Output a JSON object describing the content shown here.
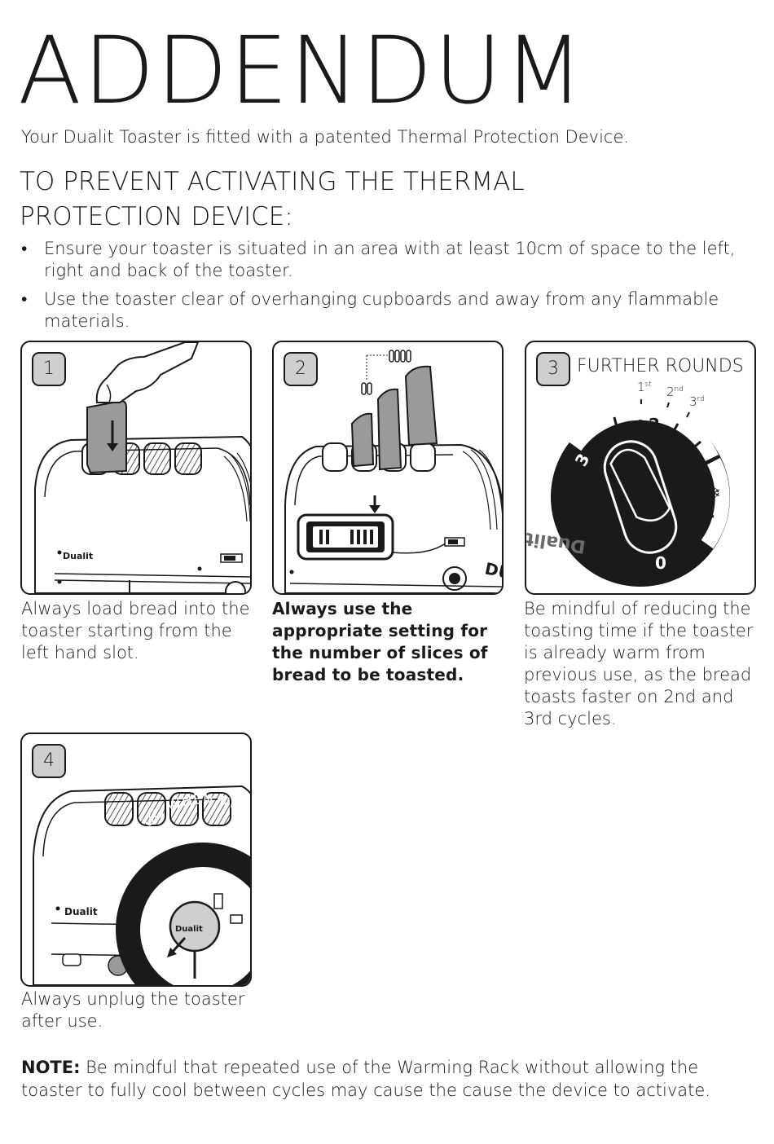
{
  "title": "ADDENDUM",
  "intro": "Your Dualit Toaster is fitted with a patented Thermal Protection Device.",
  "heading": "TO PREVENT ACTIVATING THE THERMAL PROTECTION DEVICE:",
  "bullets": [
    "Ensure your toaster is situated in an area with at least 10cm of space to the left, right and back of the toaster.",
    "Use the toaster clear of overhanging cupboards and away from any flammable materials."
  ],
  "panels": [
    {
      "number": "1",
      "caption": "Always load bread into the toaster starting from the left hand slot.",
      "brand": "Dualit"
    },
    {
      "number": "2",
      "caption": "Always use the appropriate setting for the number of slices of bread to be toasted.",
      "brand": "DUAL"
    },
    {
      "number": "3",
      "label": "FURTHER ROUNDS",
      "caption": "Be mindful of reducing the toasting time if the toaster is already warm from previous use, as the bread toasts faster on 2nd and 3rd cycles.",
      "dial": {
        "first": "1",
        "first_sup": "st",
        "second": "2",
        "second_sup": "nd",
        "third": "3",
        "third_sup": "rd",
        "mark_2": "2",
        "mark_3": "3",
        "mark_0": "0",
        "brand": "Dualit"
      }
    },
    {
      "number": "4",
      "caption": "Always unplug the toaster after use.",
      "ring_text": "UNPLUG WHEN NOT IN USE",
      "brand": "Dualit",
      "plug_brand": "Dualit"
    }
  ],
  "note": {
    "label": "NOTE:",
    "text": " Be mindful that repeated use of the Warming Rack without allowing the toaster to fully cool between cycles may cause the cause the device to activate."
  }
}
